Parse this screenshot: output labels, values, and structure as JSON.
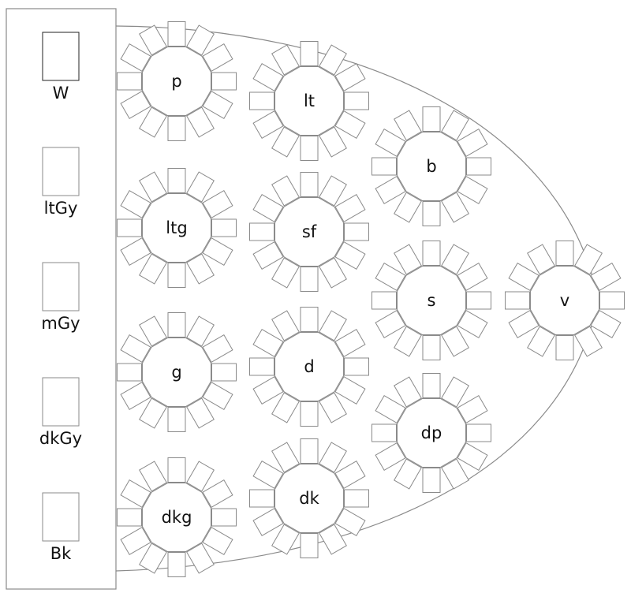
{
  "legend": {
    "items": [
      {
        "key": "w",
        "label": "W",
        "fill": "#ffffff",
        "stroke": "#222222"
      },
      {
        "key": "ltgy",
        "label": "ltGy",
        "fill": "#ffffff",
        "stroke": "#8a8a8a"
      },
      {
        "key": "mgy",
        "label": "mGy",
        "fill": "#ffffff",
        "stroke": "#8a8a8a"
      },
      {
        "key": "dkgy",
        "label": "dkGy",
        "fill": "#ffffff",
        "stroke": "#8a8a8a"
      },
      {
        "key": "bk",
        "label": "Bk",
        "fill": "#ffffff",
        "stroke": "#8a8a8a"
      }
    ]
  },
  "tables": [
    {
      "label": "p"
    },
    {
      "label": "ltg"
    },
    {
      "label": "g"
    },
    {
      "label": "dkg"
    },
    {
      "label": "lt"
    },
    {
      "label": "sf"
    },
    {
      "label": "d",
      "highlight_chair": 5
    },
    {
      "label": "dk"
    },
    {
      "label": "b"
    },
    {
      "label": "s",
      "highlight_chair": 5
    },
    {
      "label": "dp"
    },
    {
      "label": "v"
    }
  ],
  "colors": {
    "outline": "#8a8a8a",
    "d_highlight": "#1f4372",
    "s_highlight": "#223a8e"
  }
}
